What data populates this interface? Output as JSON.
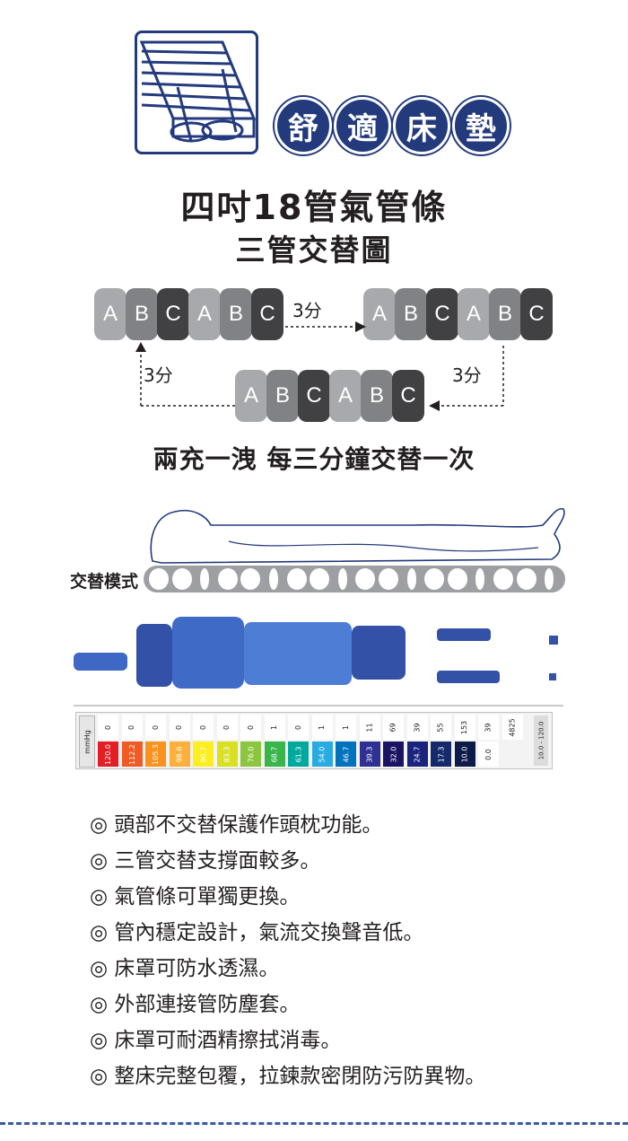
{
  "header": {
    "title_chars": [
      "舒",
      "適",
      "床",
      "墊"
    ],
    "heading_1": "四吋18管氣管條",
    "heading_2": "三管交替圖"
  },
  "cycle": {
    "tiles_top_left": [
      "A",
      "B",
      "C",
      "A",
      "B",
      "C"
    ],
    "tiles_top_right": [
      "A",
      "B",
      "C",
      "A",
      "B",
      "C"
    ],
    "tiles_bottom": [
      "A",
      "B",
      "C",
      "A",
      "B",
      "C"
    ],
    "interval_top": "3分",
    "interval_left": "3分",
    "interval_right": "3分",
    "caption": "兩充一洩 每三分鐘交替一次",
    "colors": {
      "A": "#a7a9ac",
      "B": "#808285",
      "C": "#414042"
    }
  },
  "diagram": {
    "mode_label": "交替模式"
  },
  "pressure_scale": {
    "unit": "mmHg",
    "top_values": [
      "0",
      "0",
      "0",
      "0",
      "0",
      "0",
      "0",
      "1",
      "0",
      "1",
      "1",
      "11",
      "69",
      "39",
      "55",
      "153",
      "39",
      "4825",
      ""
    ],
    "bottom_values": [
      "120.0",
      "112.2",
      "105.3",
      "98.6",
      "90.7",
      "83.3",
      "76.0",
      "68.7",
      "61.3",
      "54.0",
      "46.7",
      "39.3",
      "32.0",
      "24.7",
      "17.3",
      "10.0",
      "0.0",
      "",
      ""
    ],
    "range_label": "10.0 - 120.0",
    "colors": [
      "#e31e24",
      "#f15a24",
      "#f7931e",
      "#fbb03b",
      "#fcee21",
      "#d9e021",
      "#8cc63f",
      "#39b54a",
      "#00a99d",
      "#29abe2",
      "#0071bc",
      "#2e3192",
      "#1b1464",
      "#1a237e",
      "#162a6b",
      "#0d1b4a",
      "#ffffff"
    ]
  },
  "features": [
    "◎ 頭部不交替保護作頭枕功能。",
    "◎ 三管交替支撐面較多。",
    "◎ 氣管條可單獨更換。",
    "◎ 管內穩定設計，氣流交換聲音低。",
    "◎ 床罩可防水透濕。",
    "◎ 外部連接管防塵套。",
    "◎ 床罩可耐酒精擦拭消毒。",
    "◎ 整床完整包覆，拉鍊款密閉防污防異物。"
  ]
}
